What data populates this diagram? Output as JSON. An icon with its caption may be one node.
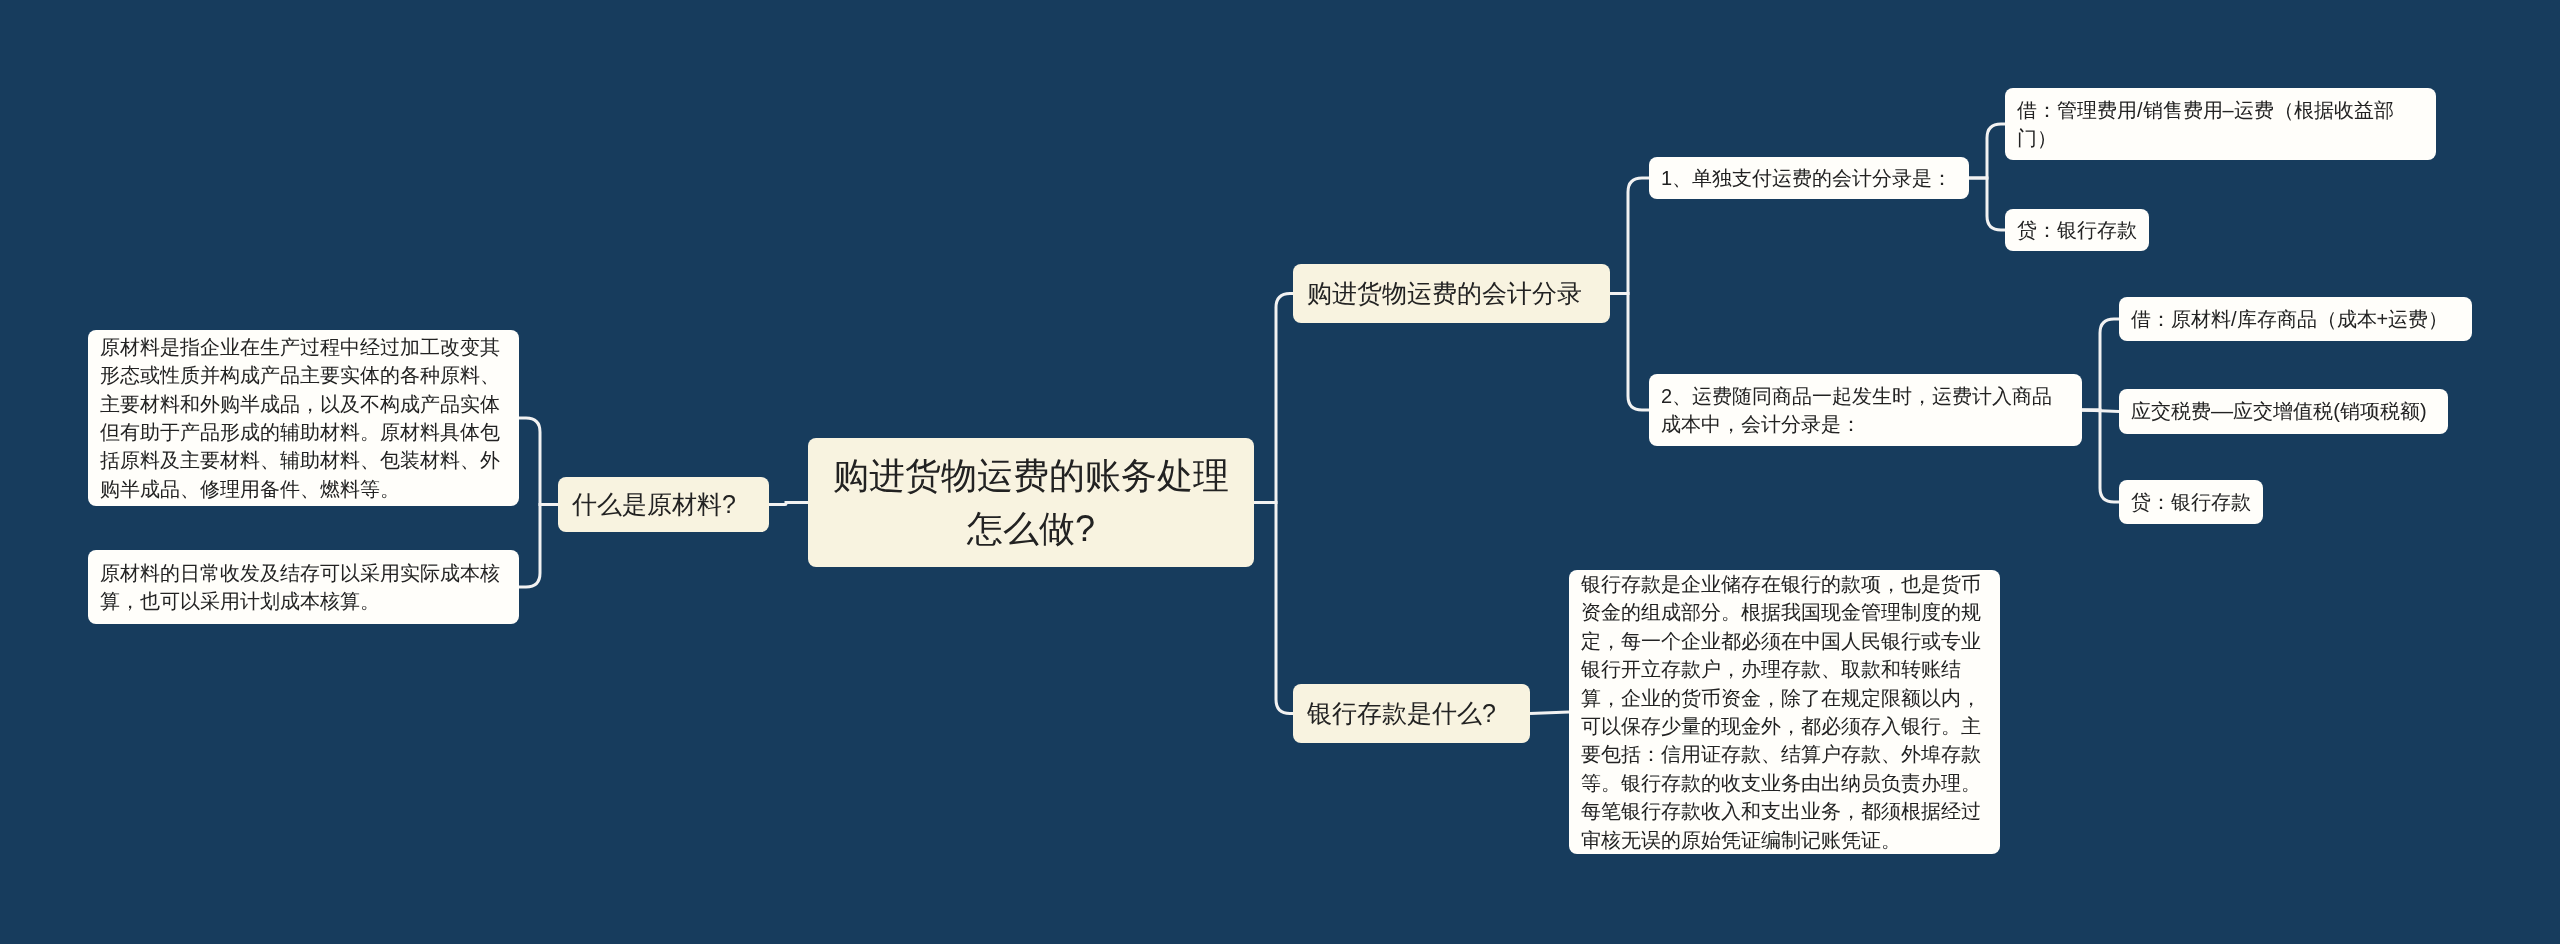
{
  "diagram": {
    "nodes": [
      {
        "text": [
          "购进货物运费的账务处理怎么做?"
        ]
      },
      {
        "text": [
          "什么是原材料?"
        ]
      },
      {
        "text": [
          "原材料是指企业在生产过程中经过加工改变其形态或性质并构成产品主要实体的各种原料、主要材料和外购半成品，以及不构成产品实体但有助于产品形成的辅助材料。原材料具体包括原料及主要材料、辅助材料、包装材料、外购半成品、修理用备件、燃料等。"
        ]
      },
      {
        "text": [
          "原材料的日常收发及结存可以采用实际成本核算，也可以采用计划成本核算。"
        ]
      },
      {
        "text": [
          "购进货物运费的会计分录"
        ]
      },
      {
        "text": [
          "1、单独支付运费的会计分录是："
        ]
      },
      {
        "text": [
          "借：管理费用/销售费用–运费（根据收益部门）"
        ]
      },
      {
        "text": [
          "贷：银行存款"
        ]
      },
      {
        "text": [
          "2、运费随同商品一起发生时，运费计入商品成本中，会计分录是："
        ]
      },
      {
        "text": [
          "借：原材料/库存商品（成本+运费）"
        ]
      },
      {
        "text": [
          "应交税费––应交增值税(销项税额)"
        ]
      },
      {
        "text": [
          "贷：银行存款"
        ]
      },
      {
        "text": [
          "银行存款是什么?"
        ]
      },
      {
        "text": [
          "银行存款是企业储存在银行的款项，也是货币资金的组成部分。根据我国现金管理制度的规定，每一个企业都必须在中国人民银行或专业银行开立存款户，办理存款、取款和转账结算，企业的货币资金，除了在规定限额以内，可以保存少量的现金外，都必须存入银行。主要包括：信用证存款、结算户存款、外埠存款等。银行存款的收支业务由出纳员负责办理。每笔银行存款收入和支出业务，都须根据经过审核无误的原始凭证编制记账凭证。"
        ]
      }
    ],
    "edges": [
      {
        "from": 0,
        "to": 1,
        "arrow": "none"
      },
      {
        "from": 1,
        "to": 2,
        "arrow": "none"
      },
      {
        "from": 1,
        "to": 3,
        "arrow": "none"
      },
      {
        "from": 0,
        "to": 4,
        "arrow": "none"
      },
      {
        "from": 4,
        "to": 5,
        "arrow": "none"
      },
      {
        "from": 5,
        "to": 6,
        "arrow": "none"
      },
      {
        "from": 5,
        "to": 7,
        "arrow": "none"
      },
      {
        "from": 4,
        "to": 8,
        "arrow": "none"
      },
      {
        "from": 8,
        "to": 9,
        "arrow": "none"
      },
      {
        "from": 8,
        "to": 10,
        "arrow": "none"
      },
      {
        "from": 8,
        "to": 11,
        "arrow": "none"
      },
      {
        "from": 0,
        "to": 12,
        "arrow": "none"
      },
      {
        "from": 12,
        "to": 13,
        "arrow": "none"
      }
    ]
  }
}
